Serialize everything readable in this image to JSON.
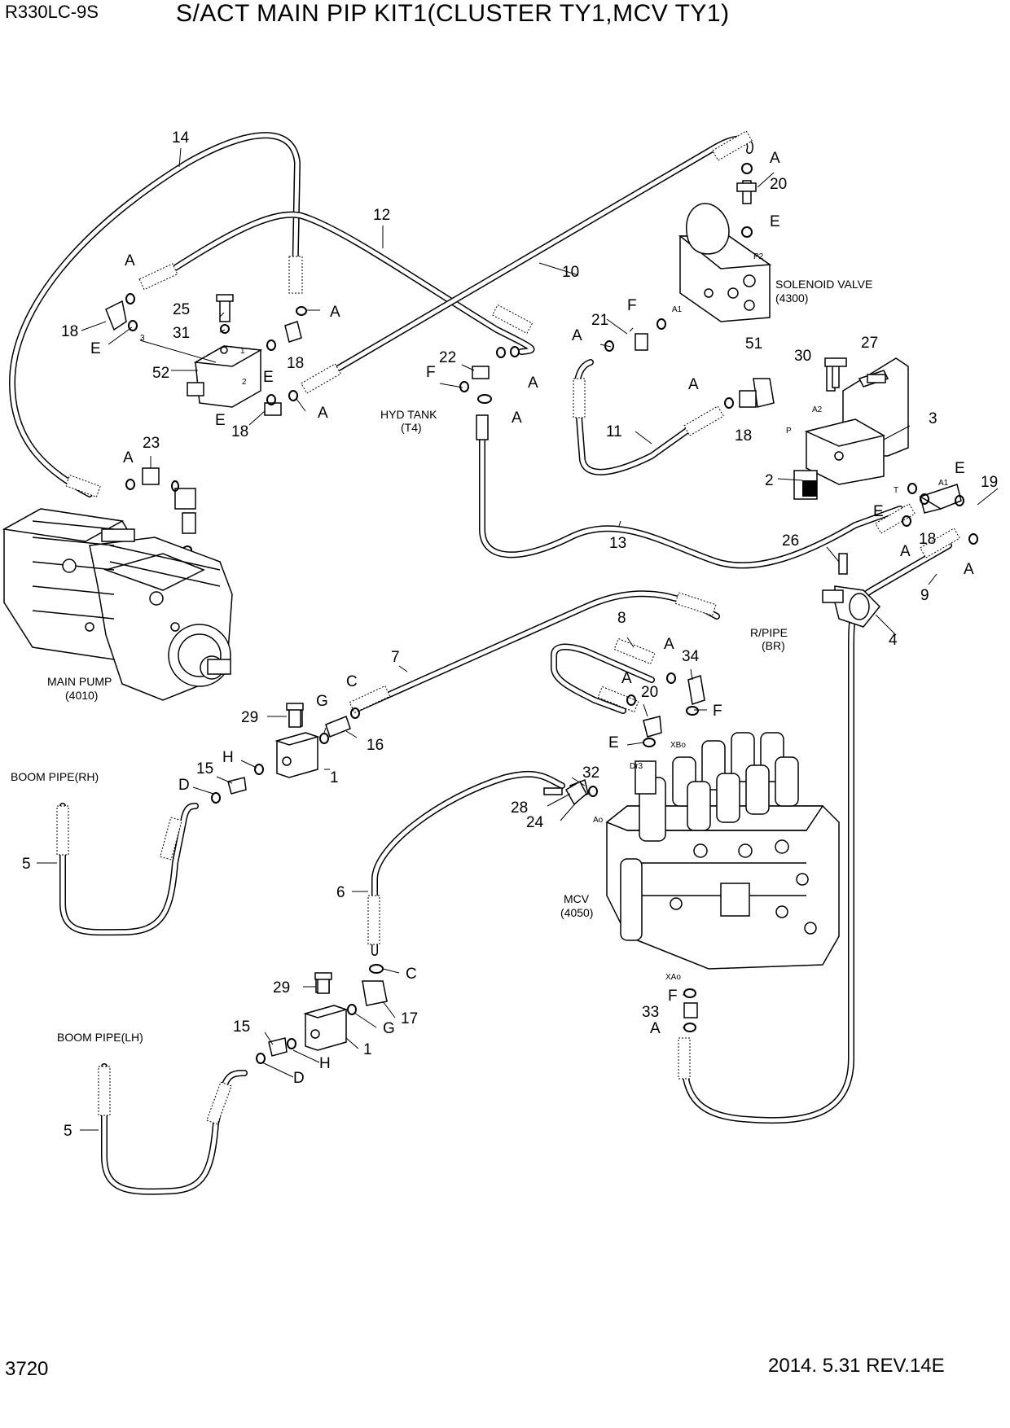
{
  "header": {
    "model": "R330LC-9S",
    "title": "S/ACT MAIN PIP KIT1(CLUSTER TY1,MCV TY1)"
  },
  "footer": {
    "page_number": "3720",
    "revision": "2014. 5.31  REV.14E"
  },
  "components": {
    "solenoid_valve": [
      "SOLENOID VALVE",
      "(4300)"
    ],
    "hyd_tank": [
      "HYD TANK",
      "(T4)"
    ],
    "main_pump": [
      "MAIN PUMP",
      "(4010)"
    ],
    "r_pipe": [
      "R/PIPE",
      "(BR)"
    ],
    "boom_pipe_rh": "BOOM PIPE(RH)",
    "boom_pipe_lh": "BOOM PIPE(LH)",
    "mcv": [
      "MCV",
      "(4050)"
    ]
  },
  "port_labels": [
    "P2",
    "A1",
    "A2",
    "P",
    "A1",
    "T",
    "3",
    "1",
    "2",
    "XBo",
    "Dr3",
    "Ao",
    "XAo"
  ],
  "callouts": [
    {
      "id": "c14",
      "text": "14"
    },
    {
      "id": "c12",
      "text": "12"
    },
    {
      "id": "c10",
      "text": "10"
    },
    {
      "id": "cA1",
      "text": "A"
    },
    {
      "id": "c20a",
      "text": "20"
    },
    {
      "id": "cE1",
      "text": "E"
    },
    {
      "id": "cA2",
      "text": "A"
    },
    {
      "id": "c25",
      "text": "25"
    },
    {
      "id": "c31",
      "text": "31"
    },
    {
      "id": "cA3",
      "text": "A"
    },
    {
      "id": "c18a",
      "text": "18"
    },
    {
      "id": "cE2",
      "text": "E"
    },
    {
      "id": "c18b",
      "text": "18"
    },
    {
      "id": "c52",
      "text": "52"
    },
    {
      "id": "cE3",
      "text": "E"
    },
    {
      "id": "cE4",
      "text": "E"
    },
    {
      "id": "cA4",
      "text": "A"
    },
    {
      "id": "c18c",
      "text": "18"
    },
    {
      "id": "cF1",
      "text": "F"
    },
    {
      "id": "c21",
      "text": "21"
    },
    {
      "id": "cA5",
      "text": "A"
    },
    {
      "id": "c22",
      "text": "22"
    },
    {
      "id": "cF2",
      "text": "F"
    },
    {
      "id": "cA6",
      "text": "A"
    },
    {
      "id": "cA7",
      "text": "A"
    },
    {
      "id": "c51",
      "text": "51"
    },
    {
      "id": "c30",
      "text": "30"
    },
    {
      "id": "c27",
      "text": "27"
    },
    {
      "id": "cA8",
      "text": "A"
    },
    {
      "id": "c18d",
      "text": "18"
    },
    {
      "id": "c3",
      "text": "3"
    },
    {
      "id": "c11",
      "text": "11"
    },
    {
      "id": "c2",
      "text": "2"
    },
    {
      "id": "cE5",
      "text": "E"
    },
    {
      "id": "c19",
      "text": "19"
    },
    {
      "id": "cE6",
      "text": "E"
    },
    {
      "id": "c18e",
      "text": "18"
    },
    {
      "id": "cA9",
      "text": "A"
    },
    {
      "id": "cA10",
      "text": "A"
    },
    {
      "id": "c26",
      "text": "26"
    },
    {
      "id": "c13",
      "text": "13"
    },
    {
      "id": "c9",
      "text": "9"
    },
    {
      "id": "cA11",
      "text": "A"
    },
    {
      "id": "c23",
      "text": "23"
    },
    {
      "id": "c4",
      "text": "4"
    },
    {
      "id": "c8",
      "text": "8"
    },
    {
      "id": "cA12",
      "text": "A"
    },
    {
      "id": "c34",
      "text": "34"
    },
    {
      "id": "c7",
      "text": "7"
    },
    {
      "id": "cA13",
      "text": "A"
    },
    {
      "id": "c20b",
      "text": "20"
    },
    {
      "id": "cF3",
      "text": "F"
    },
    {
      "id": "cC1",
      "text": "C"
    },
    {
      "id": "c29a",
      "text": "29"
    },
    {
      "id": "cG1",
      "text": "G"
    },
    {
      "id": "c16",
      "text": "16"
    },
    {
      "id": "cE7",
      "text": "E"
    },
    {
      "id": "cH1",
      "text": "H"
    },
    {
      "id": "c15a",
      "text": "15"
    },
    {
      "id": "cD1",
      "text": "D"
    },
    {
      "id": "c1a",
      "text": "1"
    },
    {
      "id": "c32",
      "text": "32"
    },
    {
      "id": "c28",
      "text": "28"
    },
    {
      "id": "c24",
      "text": "24"
    },
    {
      "id": "c5a",
      "text": "5"
    },
    {
      "id": "c6",
      "text": "6"
    },
    {
      "id": "cC2",
      "text": "C"
    },
    {
      "id": "c29b",
      "text": "29"
    },
    {
      "id": "c17",
      "text": "17"
    },
    {
      "id": "cG2",
      "text": "G"
    },
    {
      "id": "c15b",
      "text": "15"
    },
    {
      "id": "c1b",
      "text": "1"
    },
    {
      "id": "cH2",
      "text": "H"
    },
    {
      "id": "cD2",
      "text": "D"
    },
    {
      "id": "cF4",
      "text": "F"
    },
    {
      "id": "c33",
      "text": "33"
    },
    {
      "id": "cA14",
      "text": "A"
    },
    {
      "id": "c5b",
      "text": "5"
    }
  ]
}
